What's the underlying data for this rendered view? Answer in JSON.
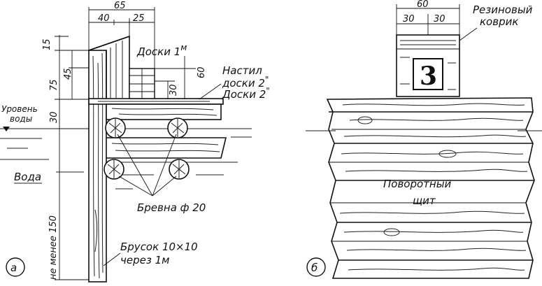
{
  "left_panel": {
    "marker": "а",
    "dims_top": {
      "total": "65",
      "left": "40",
      "right": "25"
    },
    "dims_vertical": {
      "d15": "15",
      "d75": "75",
      "d45": "45",
      "d30a": "30",
      "d60": "60",
      "d30b": "30",
      "d150": "не менее 150"
    },
    "labels": {
      "boards1": "Доски 1",
      "boards1_note": "м",
      "deck1": "Настил",
      "deck2": "доски 2",
      "deck_note": "\"",
      "boards2": "Доски 2",
      "boards2_note": "\"",
      "water_level_1": "Уровень",
      "water_level_2": "воды",
      "water": "Вода",
      "logs": "Бревна ф 20",
      "beam_1": "Брусок 10×10",
      "beam_2": "через 1м"
    }
  },
  "right_panel": {
    "marker": "б",
    "dims_top": {
      "total": "60",
      "left": "30",
      "right": "30"
    },
    "labels": {
      "mat_1": "Резиновый",
      "mat_2": "коврик",
      "number": "3",
      "shield_1": "Поворотный",
      "shield_2": "щит"
    }
  }
}
